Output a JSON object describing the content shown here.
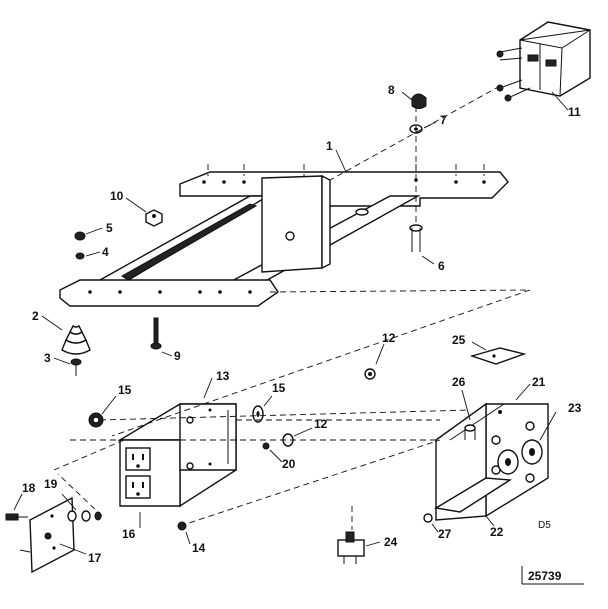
{
  "diagram": {
    "callouts": [
      {
        "id": "c1",
        "text": "1"
      },
      {
        "id": "c2",
        "text": "2"
      },
      {
        "id": "c3",
        "text": "3"
      },
      {
        "id": "c4",
        "text": "4"
      },
      {
        "id": "c5",
        "text": "5"
      },
      {
        "id": "c6",
        "text": "6"
      },
      {
        "id": "c7",
        "text": "7"
      },
      {
        "id": "c8",
        "text": "8"
      },
      {
        "id": "c9",
        "text": "9"
      },
      {
        "id": "c10",
        "text": "10"
      },
      {
        "id": "c11",
        "text": "11"
      },
      {
        "id": "c12",
        "text": "12"
      },
      {
        "id": "c12b",
        "text": "12"
      },
      {
        "id": "c13",
        "text": "13"
      },
      {
        "id": "c14",
        "text": "14"
      },
      {
        "id": "c15",
        "text": "15"
      },
      {
        "id": "c15b",
        "text": "15"
      },
      {
        "id": "c16",
        "text": "16"
      },
      {
        "id": "c17",
        "text": "17"
      },
      {
        "id": "c18",
        "text": "18"
      },
      {
        "id": "c19",
        "text": "19"
      },
      {
        "id": "c20",
        "text": "20"
      },
      {
        "id": "c21",
        "text": "21"
      },
      {
        "id": "c22",
        "text": "22"
      },
      {
        "id": "c23",
        "text": "23"
      },
      {
        "id": "c24",
        "text": "24"
      },
      {
        "id": "c25",
        "text": "25"
      },
      {
        "id": "c26",
        "text": "26"
      },
      {
        "id": "c27",
        "text": "27"
      }
    ],
    "section_code": "D5",
    "drawing_number": "25739"
  }
}
